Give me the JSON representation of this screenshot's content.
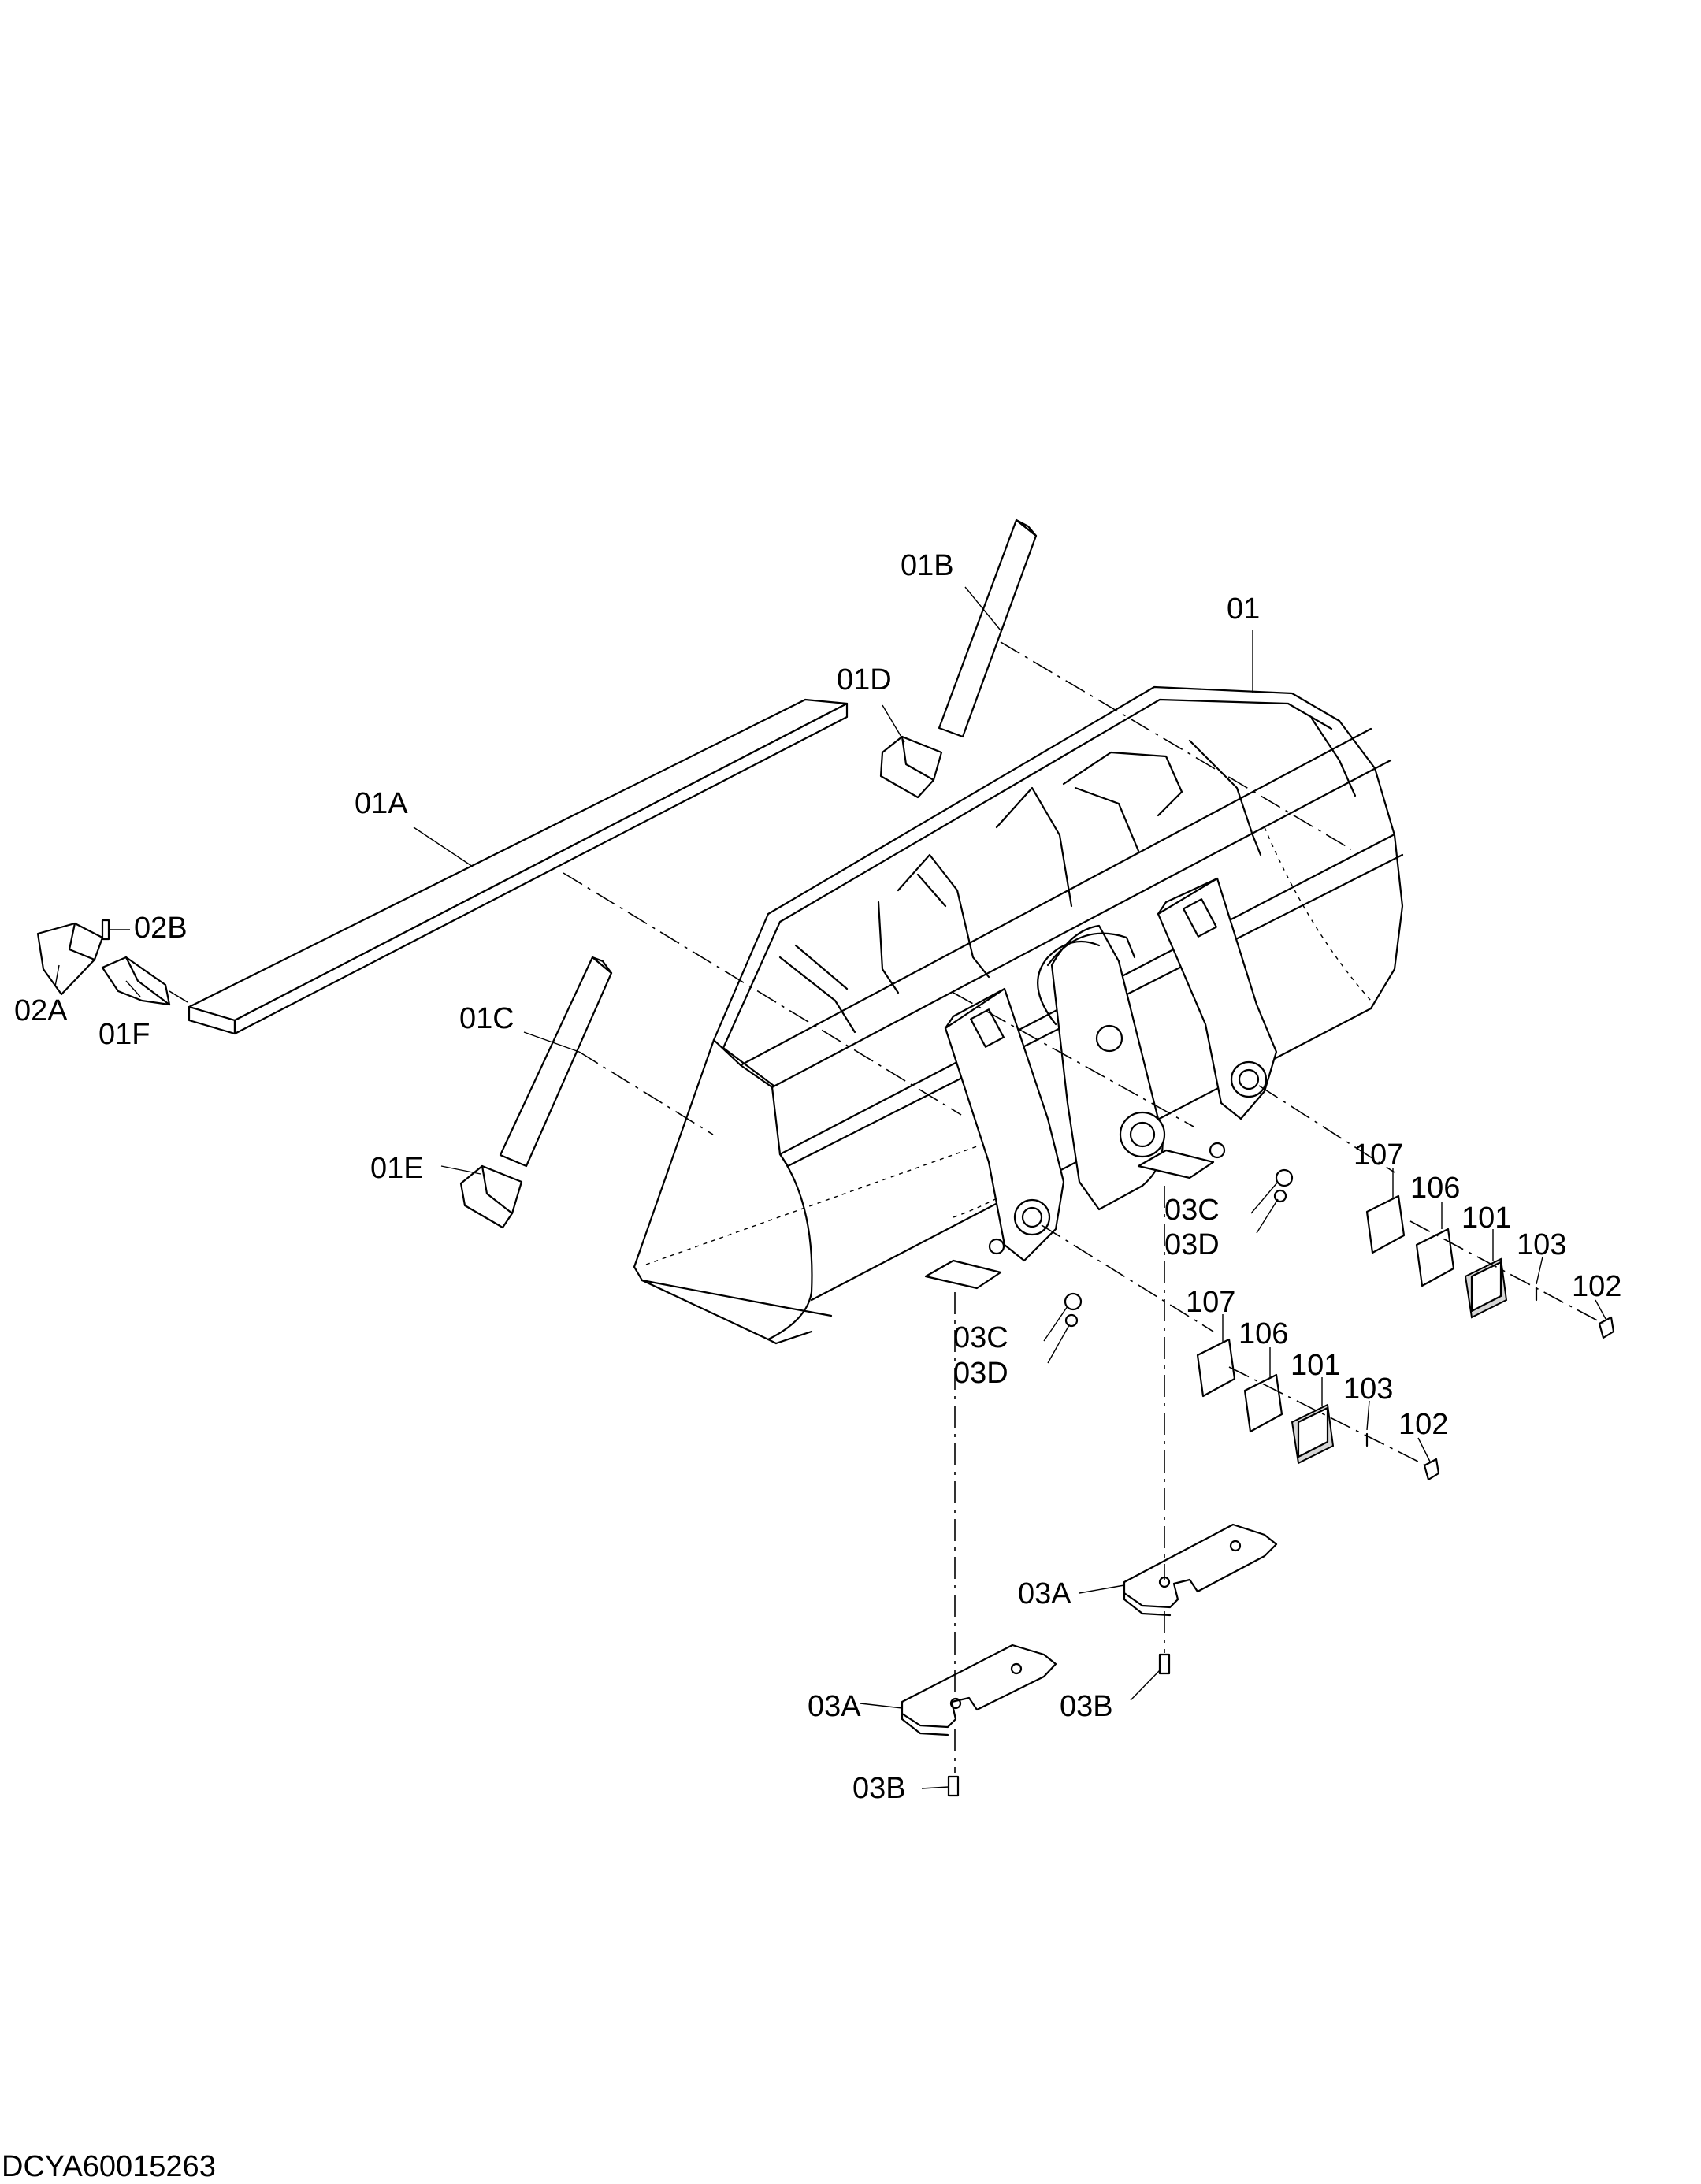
{
  "labels": {
    "l_01": "01",
    "l_01A": "01A",
    "l_01B": "01B",
    "l_01C": "01C",
    "l_01D": "01D",
    "l_01E": "01E",
    "l_01F": "01F",
    "l_02A": "02A",
    "l_02B": "02B",
    "l_03C_a": "03C",
    "l_03D_a": "03D",
    "l_03C_b": "03C",
    "l_03D_b": "03D",
    "l_107_a": "107",
    "l_106_a": "106",
    "l_101_a": "101",
    "l_103_a": "103",
    "l_102_a": "102",
    "l_107_b": "107",
    "l_106_b": "106",
    "l_101_b": "101",
    "l_103_b": "103",
    "l_102_b": "102",
    "l_03A_a": "03A",
    "l_03B_a": "03B",
    "l_03A_b": "03A",
    "l_03B_b": "03B"
  },
  "drawing_code": "DCYA60015263"
}
